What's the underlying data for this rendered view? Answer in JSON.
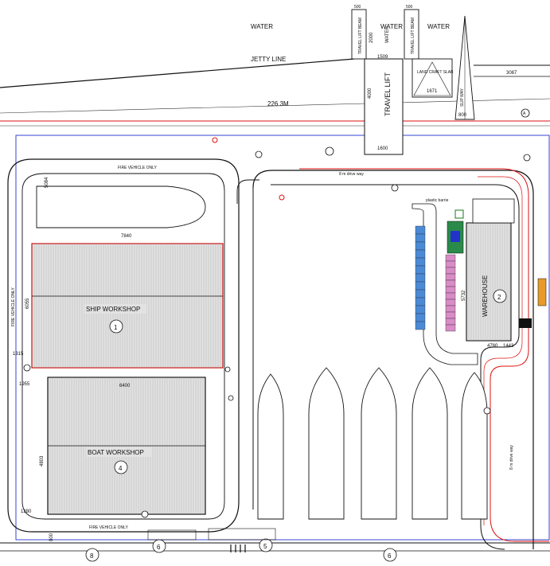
{
  "labels": {
    "water_left": "WATER",
    "water_mid": "WATER",
    "water_right": "WATER",
    "jetty_line": "JETTY LINE",
    "jetty_length": "226.3M",
    "travel_lift": "TRAVEL LIFT",
    "travel_lift_beam_left": "TRAVEL LIFT BEAM",
    "travel_lift_beam_right": "TRAVEL LIFT BEAM",
    "landing_craft_slab": "LAND CRAFT SLAB",
    "slip_way": "SLIP WAY",
    "fire_vehicle_top": "FIRE VEHICLE ONLY",
    "fire_vehicle_left": "FIRE VEHICLE ONLY",
    "fire_vehicle_bottom": "FIRE VEHICLE ONLY",
    "drive_way_top": "8 m drive way",
    "drive_way_right": "8 m drive way",
    "plastic_barrier": "plastic barrie",
    "ship_workshop": "SHIP WORKSHOP",
    "boat_workshop": "BOAT WORKSHOP",
    "warehouse": "WAREHOUSE"
  },
  "dimensions": {
    "beam_width_left": "500",
    "beam_width_right": "500",
    "lift_length": "2000",
    "lift_gap": "1509",
    "lift_bay": "4000",
    "lift_base": "1600",
    "slab_width": "1671",
    "slip_end": "800",
    "right_edge": "3087",
    "ship_width": "7840",
    "ship_depth": "6055",
    "left_gap": "5084",
    "side_offset": "1315",
    "boat_gap": "1955",
    "boat_width": "6400",
    "boat_depth": "4803",
    "bottom_left": "1280",
    "bottom_edge": "800",
    "warehouse_gap": "5732",
    "warehouse_base": "4780",
    "warehouse_corner": "1443"
  },
  "markers": {
    "ship": "1",
    "warehouse": "2",
    "boat": "4",
    "grid_8": "8",
    "grid_6a": "6",
    "grid_5": "5",
    "grid_6b": "6",
    "north": "A"
  }
}
